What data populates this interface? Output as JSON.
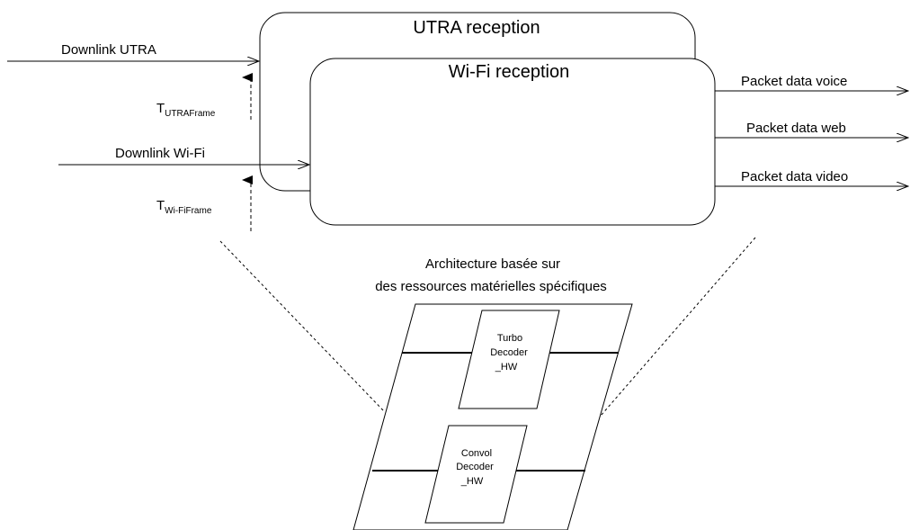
{
  "blocks": {
    "utra_reception": "UTRA reception",
    "wifi_reception": "Wi-Fi reception"
  },
  "inputs": {
    "downlink_utra": "Downlink UTRA",
    "downlink_wifi": "Downlink Wi-Fi"
  },
  "triggers": {
    "utra": {
      "main": "T",
      "subscript": "UTRAFrame"
    },
    "wifi": {
      "main": "T",
      "subscript": "Wi-FiFrame"
    }
  },
  "outputs": {
    "voice": "Packet data voice",
    "web": "Packet data web",
    "video": "Packet data video"
  },
  "architecture": {
    "caption_line1": "Architecture basée sur",
    "caption_line2": "des ressources matérielles spécifiques",
    "turbo": [
      "Turbo",
      "Decoder",
      "_HW"
    ],
    "convol": [
      "Convol",
      "Decoder",
      "_HW"
    ]
  }
}
